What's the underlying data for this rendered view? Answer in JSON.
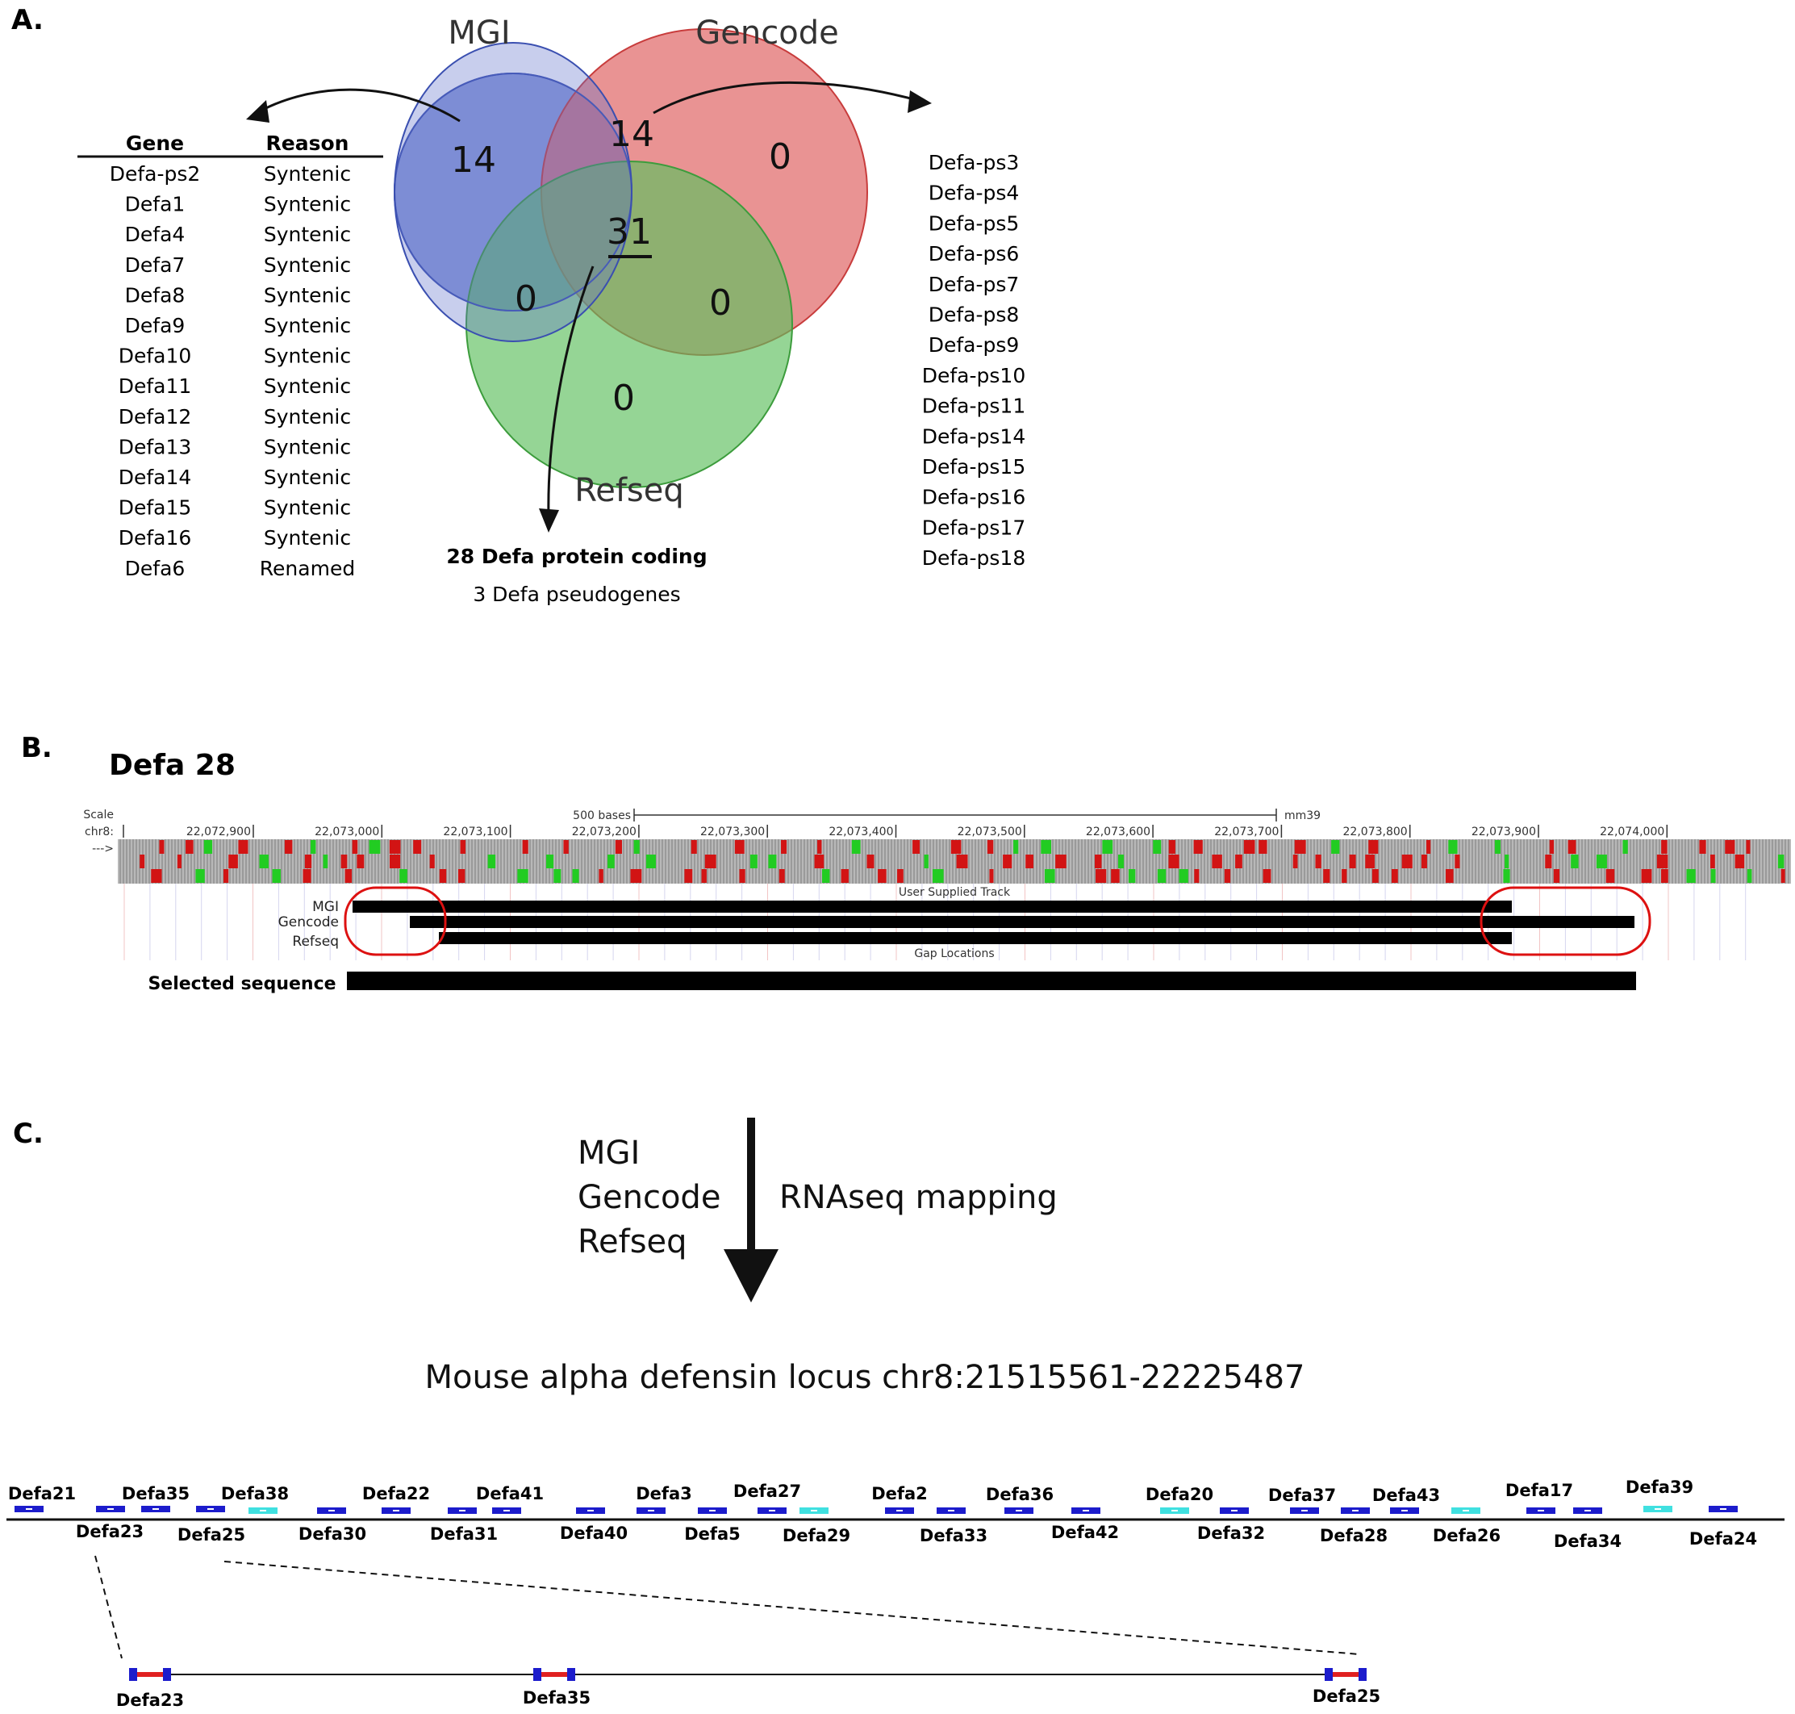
{
  "panel_labels": {
    "a": "A.",
    "b": "B.",
    "c": "C."
  },
  "colors": {
    "mgi": "#6074cc",
    "gencode": "#e06a6a",
    "refseq": "#5ec05e",
    "gene_exon": "#1c1ccc",
    "gene_pseudo": "#40e0e0",
    "intron_red": "#e02020",
    "callout": "#dd1111"
  },
  "venn": {
    "labels": {
      "mgi": "MGI",
      "gencode": "Gencode",
      "refseq": "Refseq"
    },
    "counts": {
      "mgi_only": "14",
      "mgi_gencode": "14",
      "gencode_only": "0",
      "all_three": "31",
      "mgi_refseq": "0",
      "gencode_refseq": "0",
      "refseq_only": "0"
    }
  },
  "mgi_table": {
    "headers": {
      "gene": "Gene",
      "reason": "Reason"
    },
    "rows": [
      {
        "gene": "Defa-ps2",
        "reason": "Syntenic"
      },
      {
        "gene": "Defa1",
        "reason": "Syntenic"
      },
      {
        "gene": "Defa4",
        "reason": "Syntenic"
      },
      {
        "gene": "Defa7",
        "reason": "Syntenic"
      },
      {
        "gene": "Defa8",
        "reason": "Syntenic"
      },
      {
        "gene": "Defa9",
        "reason": "Syntenic"
      },
      {
        "gene": "Defa10",
        "reason": "Syntenic"
      },
      {
        "gene": "Defa11",
        "reason": "Syntenic"
      },
      {
        "gene": "Defa12",
        "reason": "Syntenic"
      },
      {
        "gene": "Defa13",
        "reason": "Syntenic"
      },
      {
        "gene": "Defa14",
        "reason": "Syntenic"
      },
      {
        "gene": "Defa15",
        "reason": "Syntenic"
      },
      {
        "gene": "Defa16",
        "reason": "Syntenic"
      },
      {
        "gene": "Defa6",
        "reason": "Renamed"
      }
    ]
  },
  "mgi_gencode_list": [
    "Defa-ps3",
    "Defa-ps4",
    "Defa-ps5",
    "Defa-ps6",
    "Defa-ps7",
    "Defa-ps8",
    "Defa-ps9",
    "Defa-ps10",
    "Defa-ps11",
    "Defa-ps14",
    "Defa-ps15",
    "Defa-ps16",
    "Defa-ps17",
    "Defa-ps18"
  ],
  "all_three_summary": {
    "line1": "28 Defa protein coding",
    "line2": "3 Defa pseudogenes"
  },
  "browser": {
    "title": "Defa 28",
    "scale_label": "Scale",
    "chrom_label": "chr8:",
    "strand": "--->",
    "scale_bar": "500 bases",
    "assembly": "mm39",
    "ticks": [
      "22,072,900",
      "22,073,000",
      "22,073,100",
      "22,073,200",
      "22,073,300",
      "22,073,400",
      "22,073,500",
      "22,073,600",
      "22,073,700",
      "22,073,800",
      "22,073,900",
      "22,074,000"
    ],
    "user_track_label": "User Supplied Track",
    "gap_label": "Gap Locations",
    "tracks": [
      "MGI",
      "Gencode",
      "Refseq"
    ],
    "selected_label": "Selected sequence"
  },
  "flow": {
    "sources": [
      "MGI",
      "Gencode",
      "Refseq"
    ],
    "method": "RNAseq mapping",
    "locus": "Mouse alpha defensin locus chr8:21515561-22225487"
  },
  "locus_map": {
    "genes_top": [
      "Defa21",
      "Defa35",
      "Defa38",
      "Defa22",
      "Defa41",
      "Defa3",
      "Defa27",
      "Defa2",
      "Defa36",
      "Defa20",
      "Defa37",
      "Defa43",
      "Defa17",
      "Defa39"
    ],
    "genes_bottom": [
      "Defa23",
      "Defa25",
      "Defa30",
      "Defa31",
      "Defa40",
      "Defa5",
      "Defa29",
      "Defa33",
      "Defa42",
      "Defa32",
      "Defa28",
      "Defa26",
      "Defa34",
      "Defa24"
    ],
    "zoom_genes": [
      "Defa23",
      "Defa35",
      "Defa25"
    ]
  }
}
